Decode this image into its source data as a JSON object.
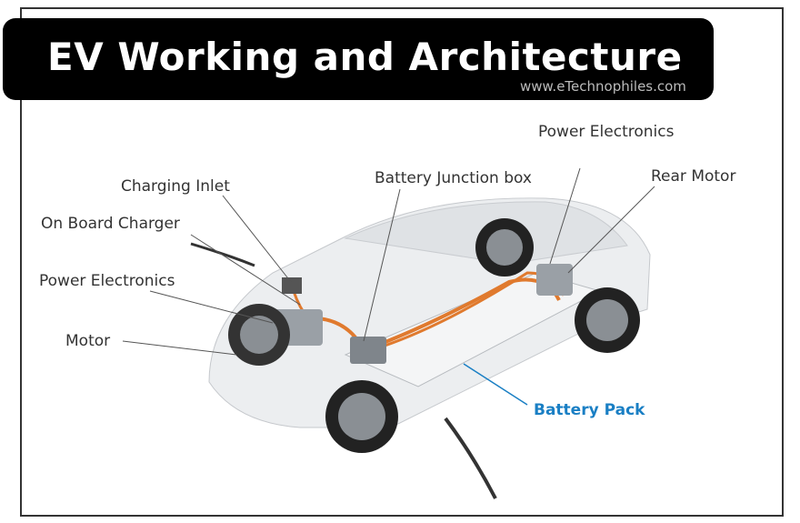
{
  "header": {
    "title": "EV Working and Architecture",
    "watermark": "www.eTechnophiles.com"
  },
  "labels": {
    "charging_inlet": "Charging Inlet",
    "on_board_charger": "On Board Charger",
    "power_electronics_front": "Power Electronics",
    "motor": "Motor",
    "battery_junction_box": "Battery Junction box",
    "power_electronics_rear": "Power Electronics",
    "rear_motor": "Rear Motor",
    "battery_pack": "Battery Pack"
  },
  "colors": {
    "accent": "#1a7fc4",
    "cable": "#e07a2e",
    "banner": "#000000"
  }
}
